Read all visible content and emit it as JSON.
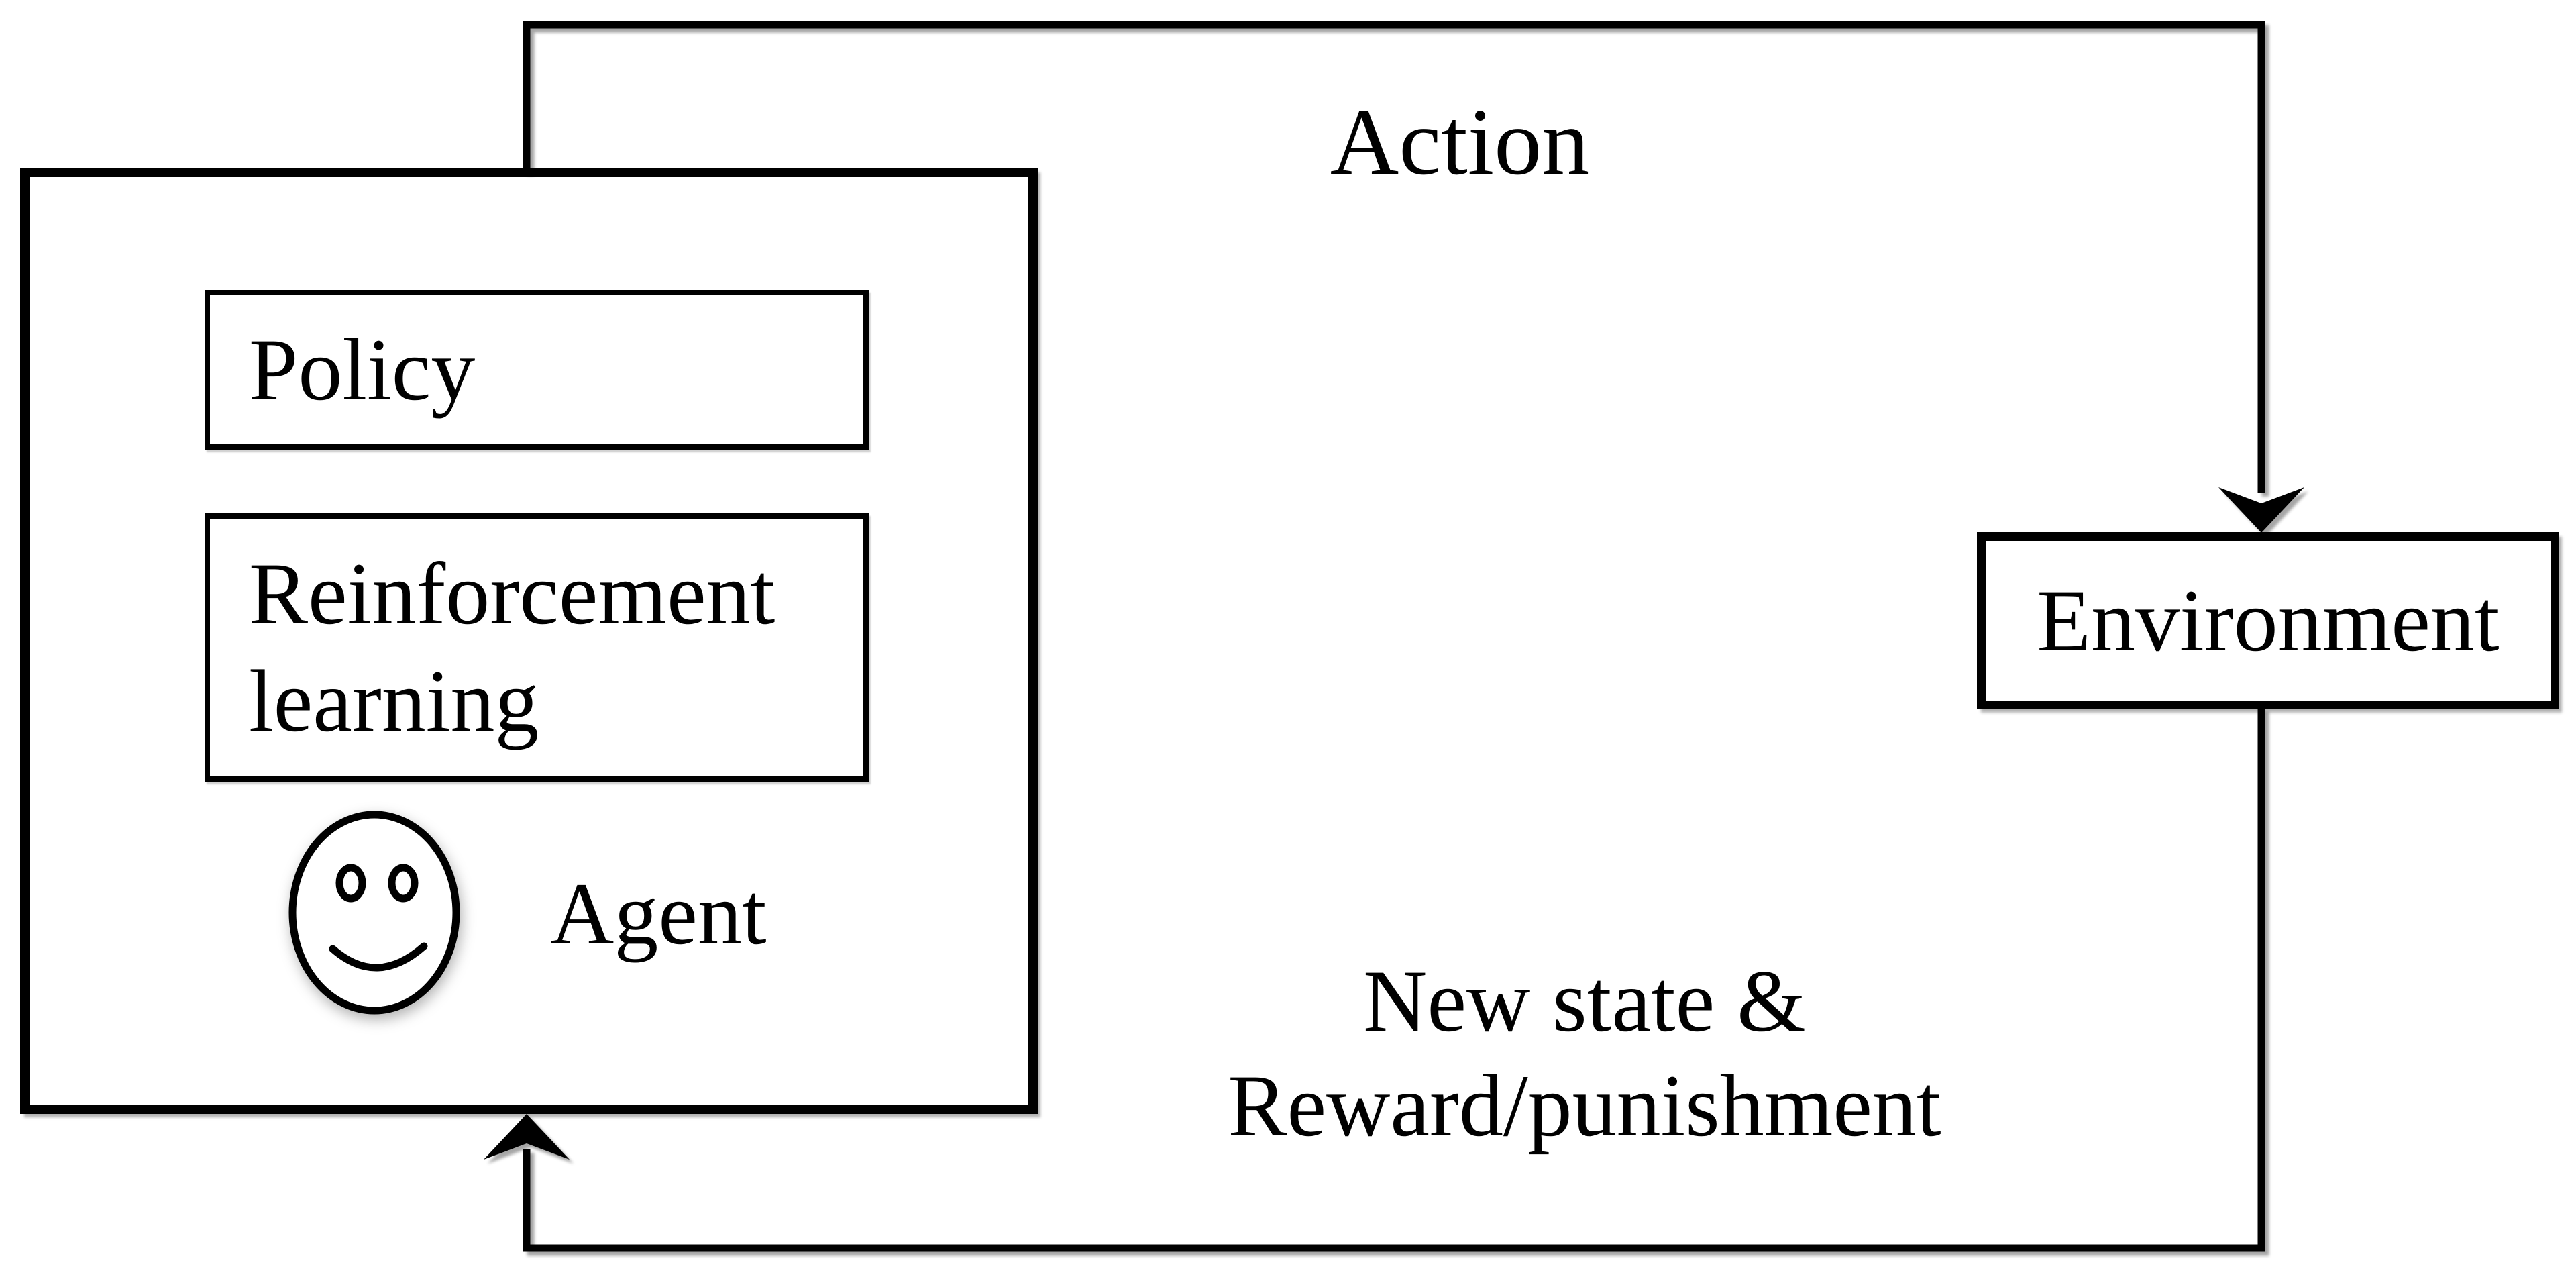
{
  "colors": {
    "line": "#000000",
    "text": "#000000",
    "background": "#ffffff"
  },
  "agent": {
    "policy_label": "Policy",
    "rl_label": "Reinforcement learning",
    "agent_label": "Agent",
    "smiley_icon": "smiley-face"
  },
  "environment": {
    "label": "Environment"
  },
  "arrows": {
    "action_label": "Action",
    "feedback_line1": "New state &",
    "feedback_line2": "Reward/punishment"
  }
}
